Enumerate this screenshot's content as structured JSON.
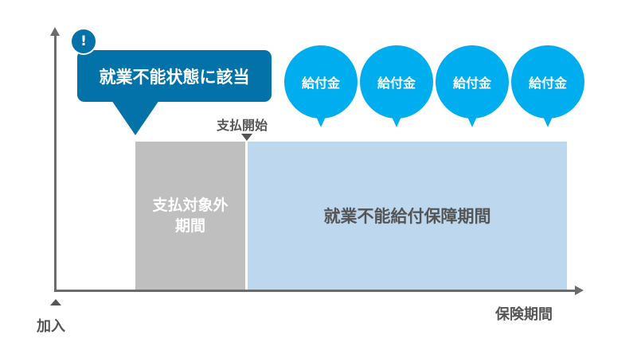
{
  "callout": {
    "badge": "!",
    "text": "就業不能状態に該当"
  },
  "benefits": [
    "給付金",
    "給付金",
    "給付金",
    "給付金"
  ],
  "payment_start": "支払開始",
  "excluded_period": {
    "line1": "支払対象外",
    "line2": "期間"
  },
  "coverage_period": "就業不能給付保障期間",
  "x_start_label": "加入",
  "x_axis_label": "保険期間",
  "colors": {
    "callout": "#0372a8",
    "bubble": "#00aeef",
    "excluded": "#bfbfbf",
    "coverage": "#bdd7ee",
    "axis": "#6b6b6b"
  }
}
